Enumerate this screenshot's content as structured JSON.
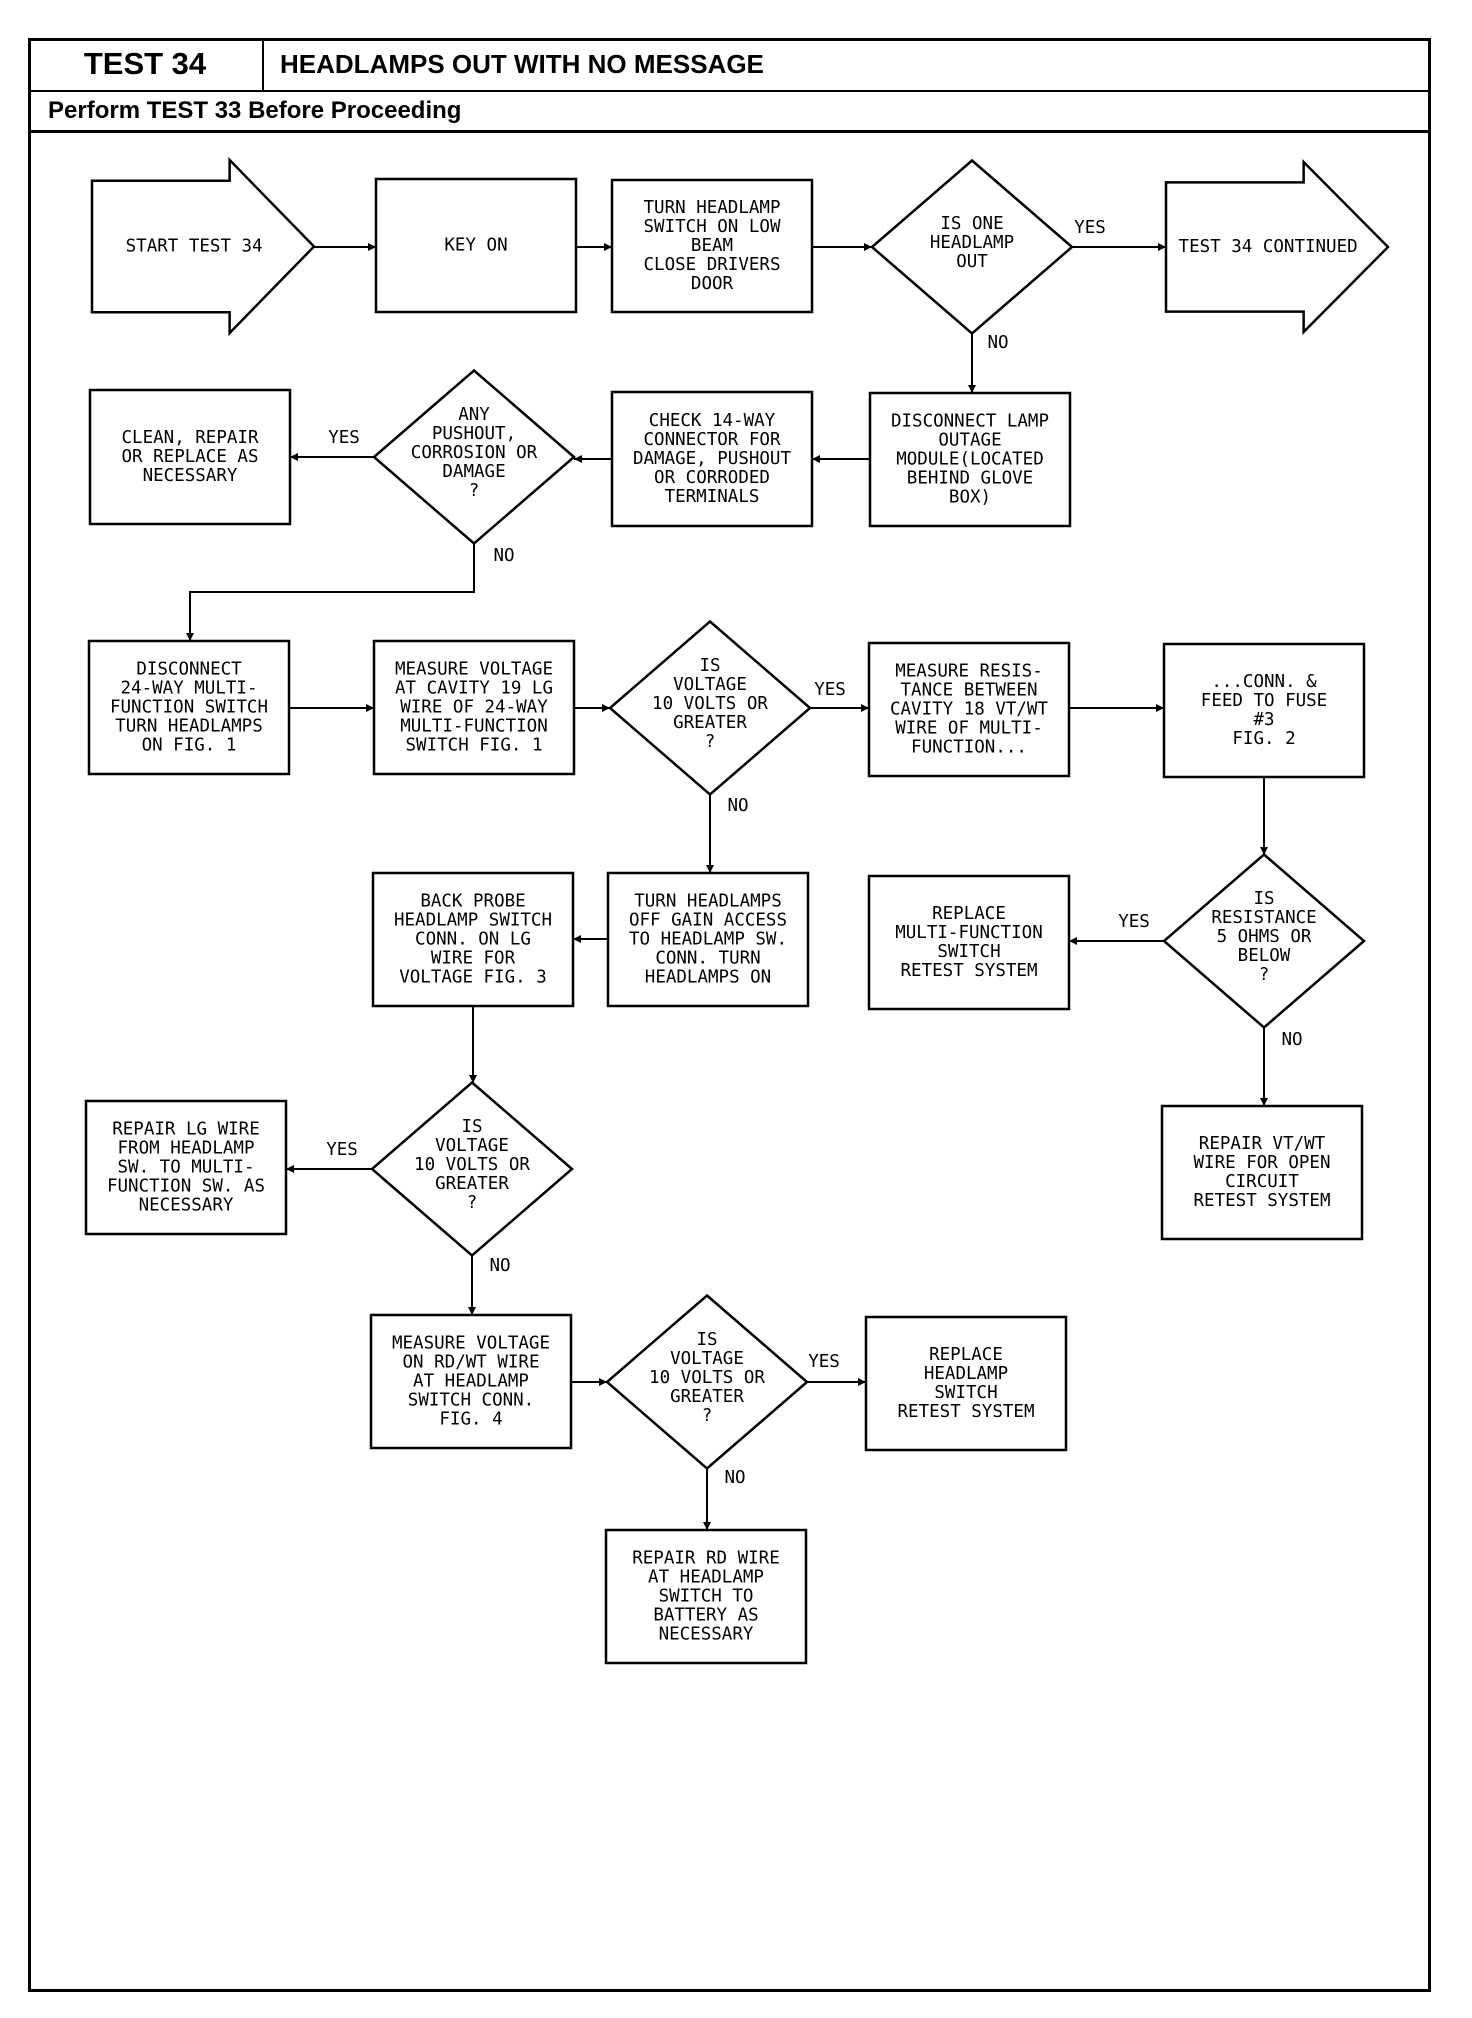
{
  "header": {
    "test_id": "TEST 34",
    "title": "HEADLAMPS OUT WITH NO MESSAGE",
    "subtitle": "Perform TEST 33 Before Proceeding"
  },
  "nodes": {
    "start": [
      "START TEST 34"
    ],
    "key_on": [
      "KEY ON"
    ],
    "turn_switch": [
      "TURN HEADLAMP",
      "SWITCH ON LOW",
      "BEAM",
      "CLOSE DRIVERS",
      "DOOR"
    ],
    "one_out": [
      "IS ONE",
      "HEADLAMP",
      "OUT"
    ],
    "continued": [
      "TEST 34 CONTINUED"
    ],
    "disconnect_module": [
      "DISCONNECT LAMP",
      "OUTAGE",
      "MODULE(LOCATED",
      "BEHIND GLOVE",
      "BOX)"
    ],
    "check_connector": [
      "CHECK 14-WAY",
      "CONNECTOR FOR",
      "DAMAGE, PUSHOUT",
      "OR CORRODED",
      "TERMINALS"
    ],
    "any_pushout": [
      "ANY",
      "PUSHOUT,",
      "CORROSION OR",
      "DAMAGE",
      "?"
    ],
    "clean_repair": [
      "CLEAN, REPAIR",
      "OR REPLACE AS",
      "NECESSARY"
    ],
    "disconnect_24": [
      "DISCONNECT",
      "24-WAY MULTI-",
      "FUNCTION SWITCH",
      "TURN HEADLAMPS",
      "ON FIG. 1"
    ],
    "measure_v19": [
      "MEASURE VOLTAGE",
      "AT CAVITY 19 LG",
      "WIRE OF 24-WAY",
      "MULTI-FUNCTION",
      "SWITCH FIG. 1"
    ],
    "is_v1": [
      "IS",
      "VOLTAGE",
      "10 VOLTS OR",
      "GREATER",
      "?"
    ],
    "measure_res": [
      "MEASURE RESIS-",
      "TANCE BETWEEN",
      "CAVITY 18 VT/WT",
      "WIRE OF MULTI-",
      "FUNCTION..."
    ],
    "conn_feed": [
      "...CONN. &",
      "FEED TO FUSE",
      "#3",
      "FIG. 2"
    ],
    "back_probe": [
      "BACK PROBE",
      "HEADLAMP SWITCH",
      "CONN. ON LG",
      "WIRE FOR",
      "VOLTAGE FIG. 3"
    ],
    "turn_off": [
      "TURN HEADLAMPS",
      "OFF GAIN ACCESS",
      "TO HEADLAMP SW.",
      "CONN. TURN",
      "HEADLAMPS ON"
    ],
    "replace_mfs": [
      "REPLACE",
      "MULTI-FUNCTION",
      "SWITCH",
      "RETEST SYSTEM"
    ],
    "is_res": [
      "IS",
      "RESISTANCE",
      "5 OHMS OR",
      "BELOW",
      "?"
    ],
    "repair_lg": [
      "REPAIR LG WIRE",
      "FROM HEADLAMP",
      "SW. TO MULTI-",
      "FUNCTION SW. AS",
      "NECESSARY"
    ],
    "is_v2": [
      "IS",
      "VOLTAGE",
      "10 VOLTS OR",
      "GREATER",
      "?"
    ],
    "repair_vt": [
      "REPAIR VT/WT",
      "WIRE FOR OPEN",
      "CIRCUIT",
      "RETEST SYSTEM"
    ],
    "measure_rd": [
      "MEASURE VOLTAGE",
      "ON RD/WT WIRE",
      "AT HEADLAMP",
      "SWITCH CONN.",
      "FIG. 4"
    ],
    "is_v3": [
      "IS",
      "VOLTAGE",
      "10 VOLTS OR",
      "GREATER",
      "?"
    ],
    "replace_hs": [
      "REPLACE",
      "HEADLAMP",
      "SWITCH",
      "RETEST SYSTEM"
    ],
    "repair_rd": [
      "REPAIR RD WIRE",
      "AT HEADLAMP",
      "SWITCH TO",
      "BATTERY AS",
      "NECESSARY"
    ]
  },
  "edge_labels": {
    "yes": "YES",
    "no": "NO"
  }
}
